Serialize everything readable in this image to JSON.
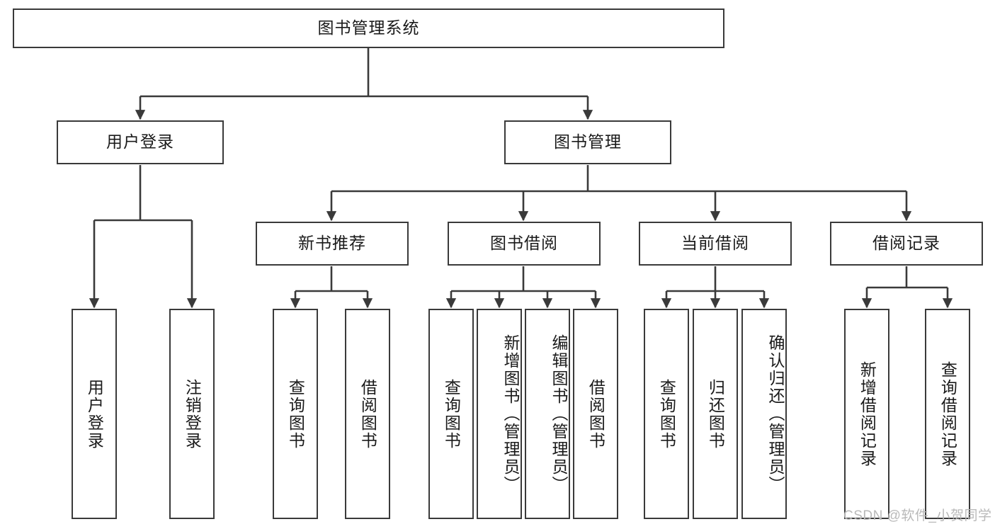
{
  "diagram": {
    "type": "tree-flowchart",
    "title": "图书管理系统",
    "watermark": "CSDN @软件_小贺同学",
    "colors": {
      "box_border": "#3a3a3a",
      "box_fill": "#ffffff",
      "connector": "#3a3a3a",
      "text": "#1a1a1a",
      "watermark": "#b9b9b9",
      "background": "#ffffff"
    },
    "levels": {
      "root": {
        "label": "图书管理系统"
      },
      "level2": [
        {
          "id": "user-login",
          "label": "用户登录"
        },
        {
          "id": "book-management",
          "label": "图书管理"
        }
      ],
      "level3": [
        {
          "id": "new-book-recommend",
          "label": "新书推荐",
          "parent": "book-management"
        },
        {
          "id": "book-borrow",
          "label": "图书借阅",
          "parent": "book-management"
        },
        {
          "id": "current-borrow",
          "label": "当前借阅",
          "parent": "book-management"
        },
        {
          "id": "borrow-record",
          "label": "借阅记录",
          "parent": "book-management"
        }
      ],
      "leaves": {
        "user_login": [
          {
            "id": "leaf-user-login",
            "label": "用户登录"
          },
          {
            "id": "leaf-logout",
            "label": "注销登录"
          }
        ],
        "new_book_recommend": [
          {
            "id": "leaf-query-book-1",
            "label": "查询图书"
          },
          {
            "id": "leaf-borrow-book-1",
            "label": "借阅图书"
          }
        ],
        "book_borrow": [
          {
            "id": "leaf-query-book-2",
            "label": "查询图书"
          },
          {
            "id": "leaf-add-book",
            "label": "新增图书（管理员）"
          },
          {
            "id": "leaf-edit-book",
            "label": "编辑图书（管理员）"
          },
          {
            "id": "leaf-borrow-book-2",
            "label": "借阅图书"
          }
        ],
        "current_borrow": [
          {
            "id": "leaf-query-book-3",
            "label": "查询图书"
          },
          {
            "id": "leaf-return-book",
            "label": "归还图书"
          },
          {
            "id": "leaf-confirm-return",
            "label": "确认归还（管理员）"
          }
        ],
        "borrow_record": [
          {
            "id": "leaf-add-record",
            "label": "新增借阅记录"
          },
          {
            "id": "leaf-query-record",
            "label": "查询借阅记录"
          }
        ]
      }
    }
  }
}
